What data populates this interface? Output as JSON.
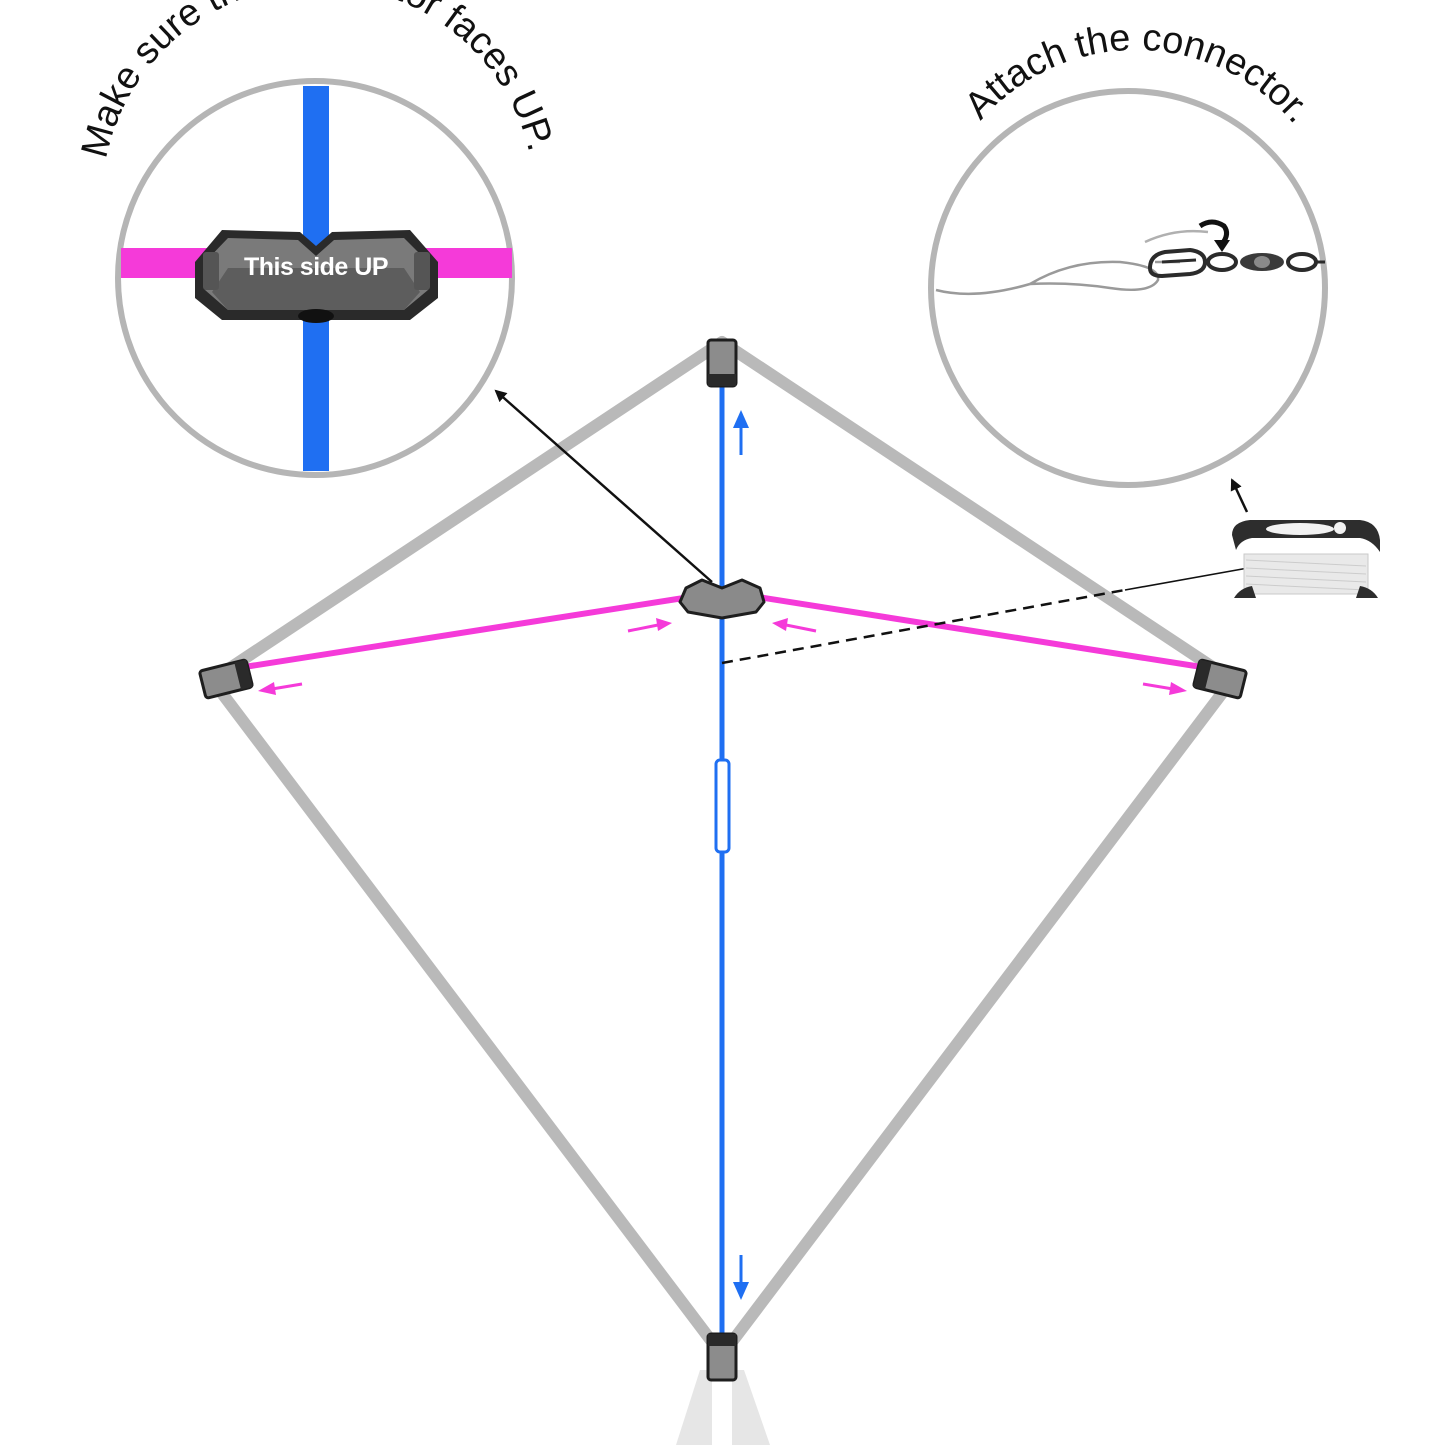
{
  "callouts": {
    "connector_orientation": {
      "instruction": "Make sure the connector faces UP.",
      "badge_text": "This side UP"
    },
    "line_attachment": {
      "instruction": "Attach the connector."
    }
  },
  "colors": {
    "spine": "#1f6ff2",
    "spar": "#f53ad9",
    "frame": "#b9b9b9",
    "connector": "#8a8a8a",
    "connector_dark": "#1e1e1e",
    "circle_border": "#b5b5b5",
    "leader": "#111111"
  },
  "icons": {
    "arrow_up": "arrow-up-icon",
    "arrow_down": "arrow-down-icon",
    "reel": "line-reel-icon",
    "clip": "snap-swivel-icon"
  }
}
